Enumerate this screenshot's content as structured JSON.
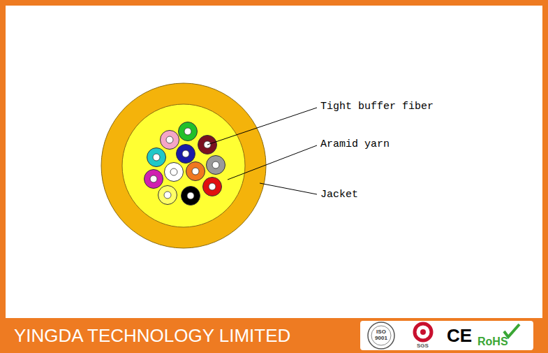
{
  "diagram": {
    "nodes": [
      {
        "text": [
          "YINGDA TECHNOLOGY LIMITED"
        ]
      }
    ],
    "labels": [
      "Tight buffer fiber",
      "Aramid yarn",
      "Jacket",
      "ISO 9001",
      "SGS",
      "CE",
      "RoHS"
    ]
  }
}
